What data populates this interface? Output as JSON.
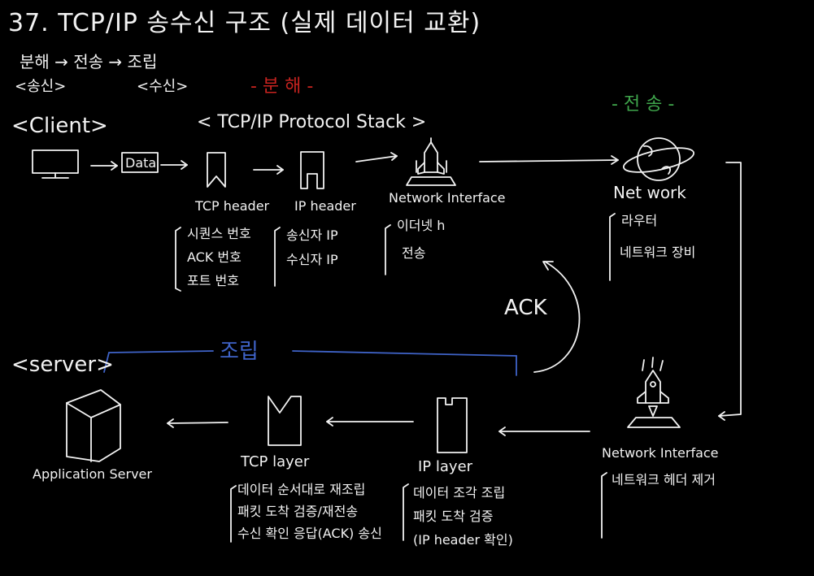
{
  "title": "37. TCP/IP 송수신 구조 (실제 데이터 교환)",
  "flow": {
    "steps": "분해 → 전송 → 조립",
    "sender": "<송신>",
    "receiver": "<수신>"
  },
  "sections": {
    "disassembly": "- 분 해 -",
    "transmission": "- 전 송 -",
    "assembly": "조립"
  },
  "client": {
    "label": "<Client>",
    "data_box": "Data"
  },
  "stack": {
    "label": "< TCP/IP Protocol Stack >",
    "tcp_header": {
      "label": "TCP header",
      "items": [
        "시퀀스 번호",
        "ACK 번호",
        "포트 번호"
      ]
    },
    "ip_header": {
      "label": "IP header",
      "items": [
        "송신자 IP",
        "수신자 IP"
      ]
    },
    "network_interface": {
      "label": "Network Interface",
      "items": [
        "이더넷 h",
        "전송"
      ]
    }
  },
  "network": {
    "label": "Net work",
    "items": [
      "라우터",
      "네트워크 장비"
    ]
  },
  "ack": "ACK",
  "server": {
    "label": "<server>",
    "application": "Application Server",
    "tcp_layer": {
      "label": "TCP layer",
      "items": [
        "데이터 순서대로 재조립",
        "패킷 도착 검증/재전송",
        "수신 확인 응답(ACK) 송신"
      ]
    },
    "ip_layer": {
      "label": "IP layer",
      "items": [
        "데이터 조각 조립",
        "패킷 도착 검증",
        "(IP header 확인)"
      ]
    },
    "network_interface": {
      "label": "Network Interface",
      "items": [
        "네트워크 헤더 제거"
      ]
    }
  },
  "colors": {
    "background": "#000000",
    "ink": "#f2f2f2",
    "disassembly": "#c8231f",
    "transmission": "#3fa64c",
    "assembly": "#3f63c8"
  }
}
